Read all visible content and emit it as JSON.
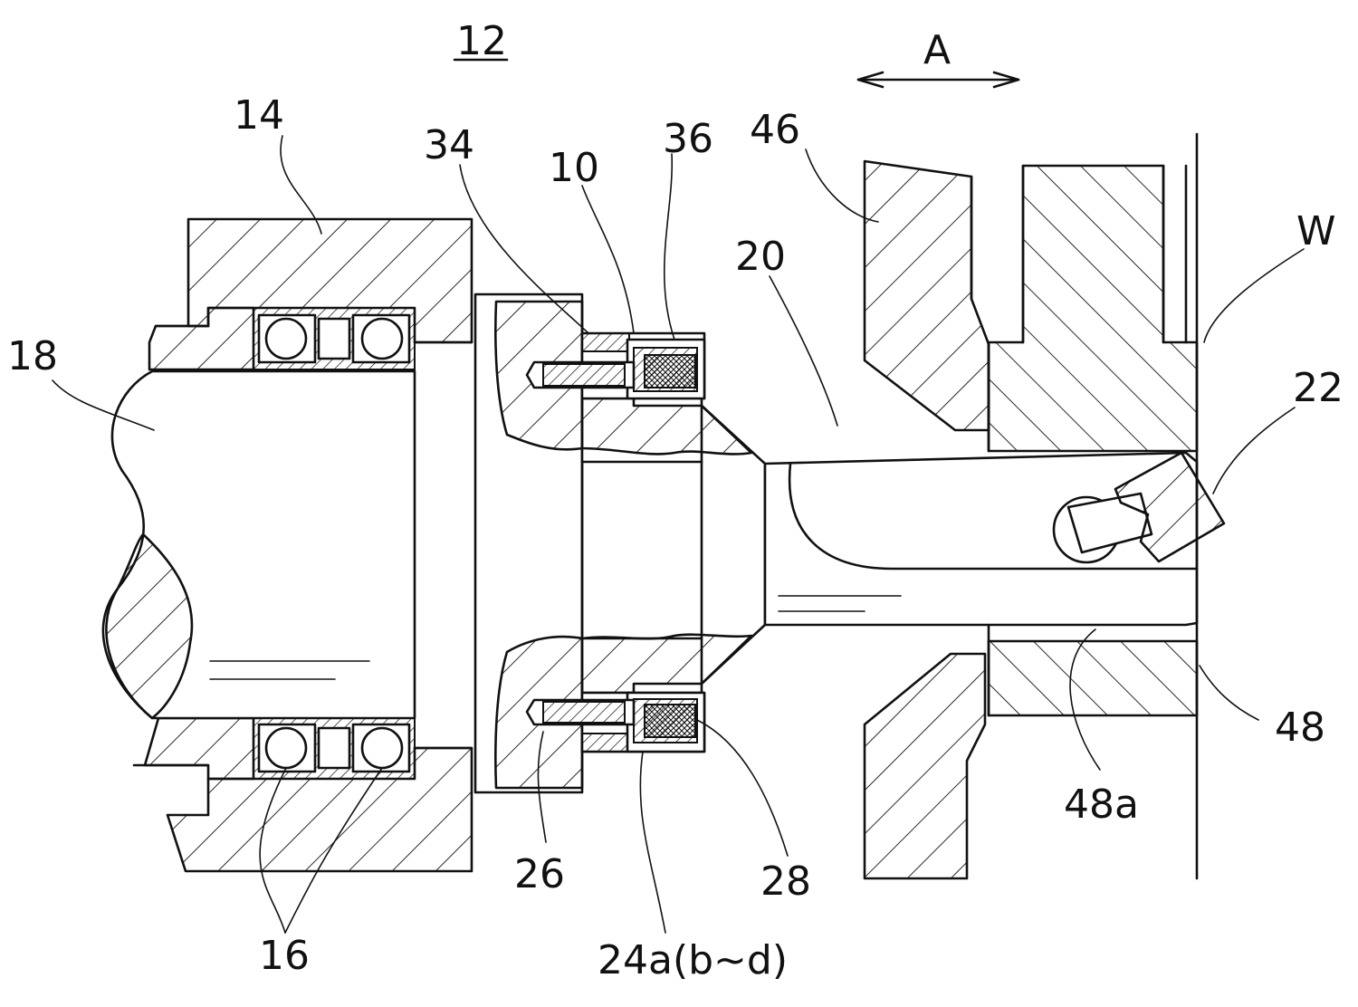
{
  "figure": {
    "labels": {
      "assembly": "12",
      "direction": "A",
      "housing": "14",
      "shaft": "18",
      "bearings": "16",
      "sensor": "10",
      "part34": "34",
      "part36": "36",
      "part46": "46",
      "tool": "20",
      "workpiece": "W",
      "insert": "22",
      "screw": "26",
      "magnet": "28",
      "sensor_unit": "24a(b~d)",
      "guide": "48",
      "guide_bore": "48a"
    }
  }
}
